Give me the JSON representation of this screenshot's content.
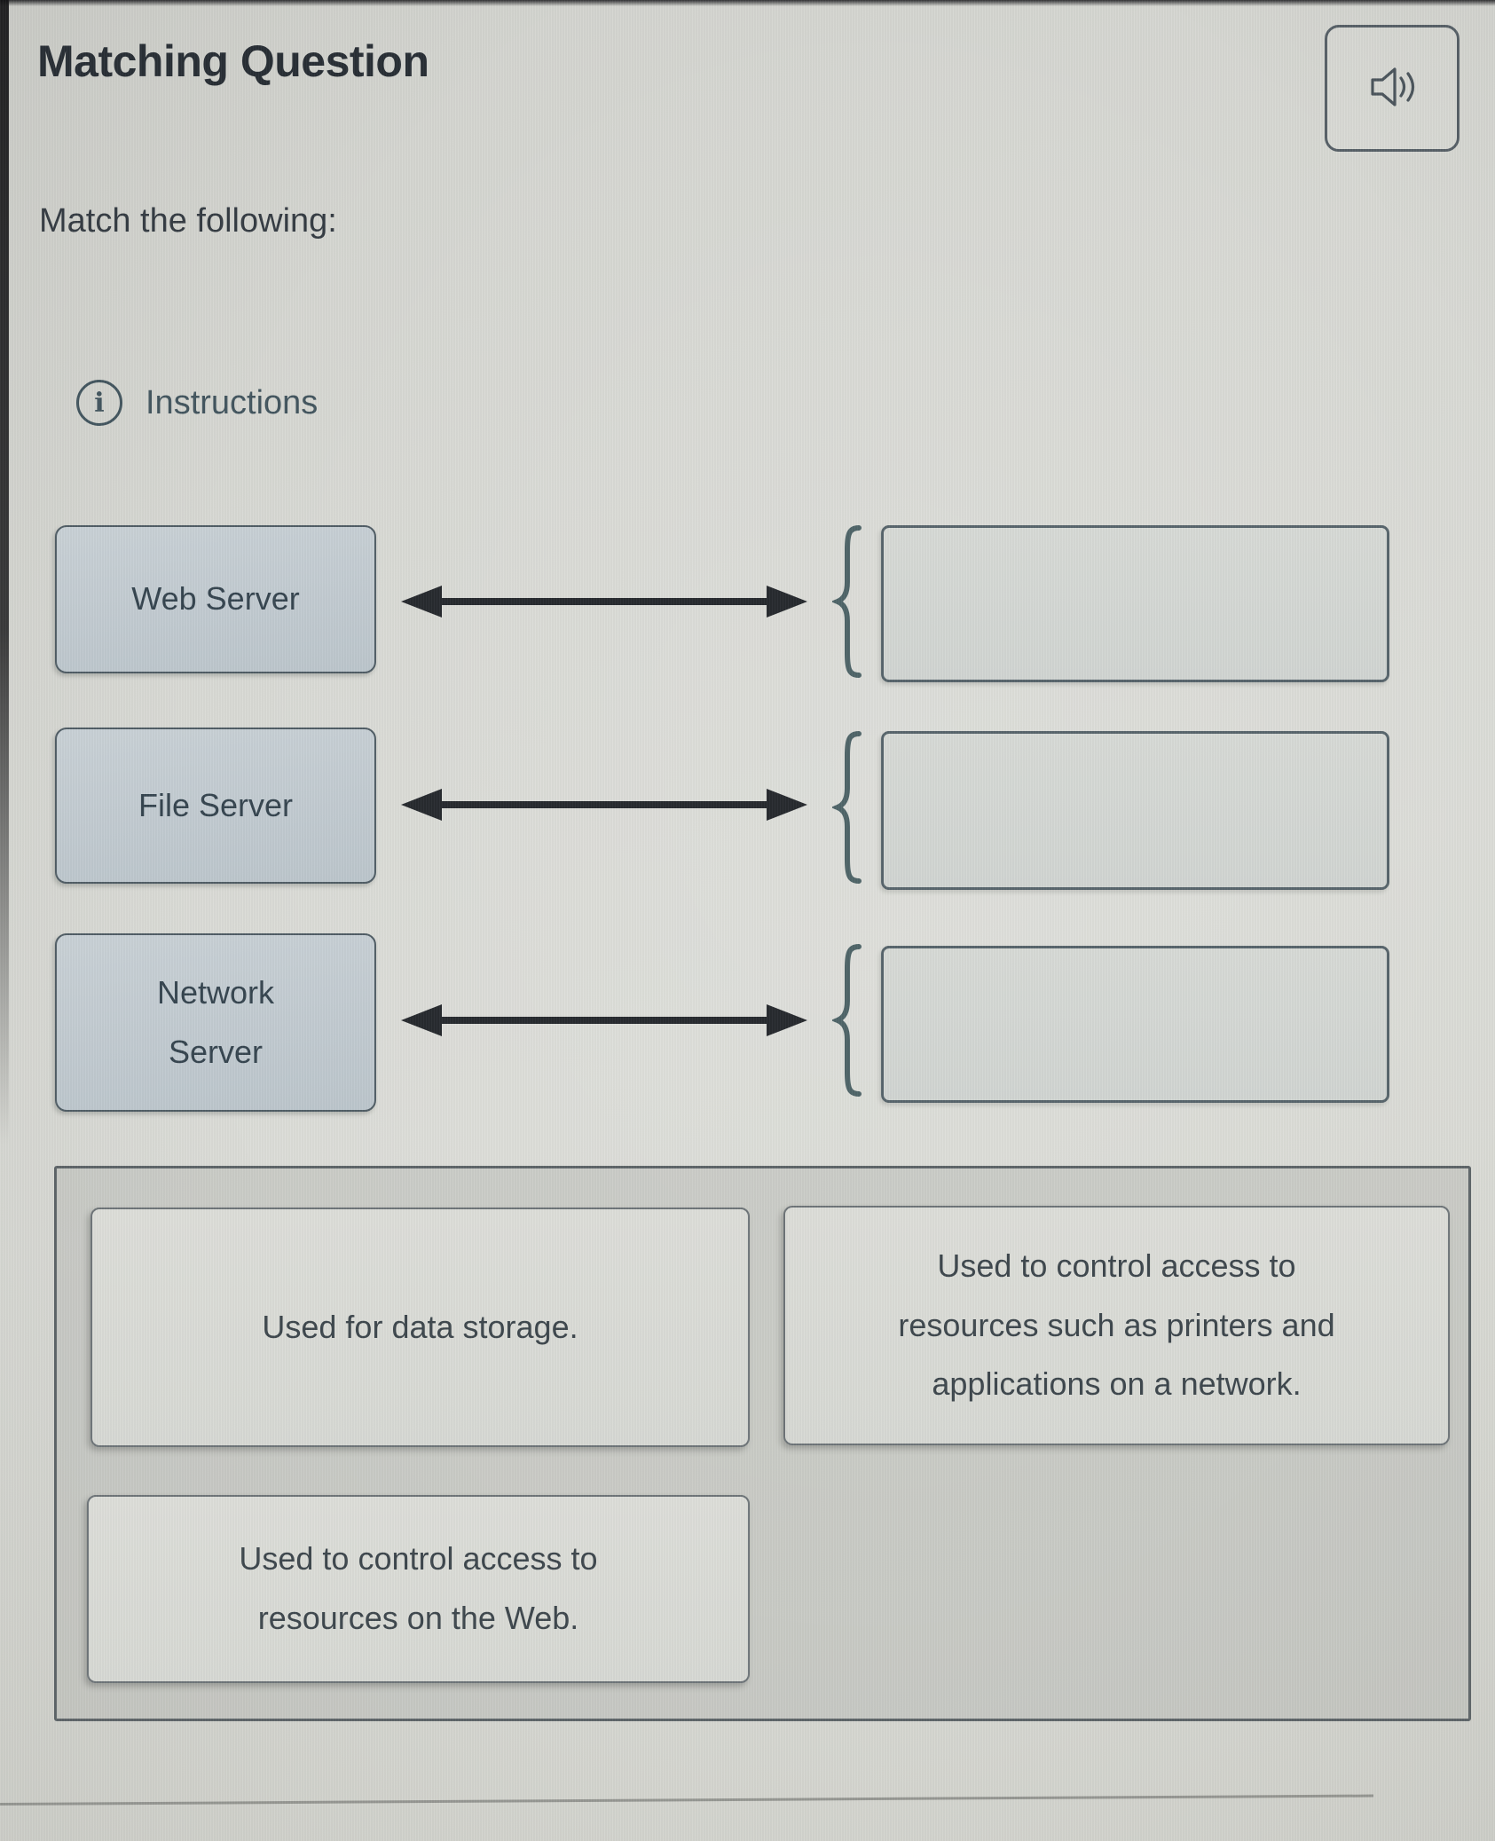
{
  "header": {
    "title": "Matching Question",
    "audio_button_icon": "speaker-icon"
  },
  "prompt": "Match the following:",
  "instructions": {
    "icon": "info-icon",
    "label": "Instructions"
  },
  "match": {
    "rows": [
      {
        "term": "Web Server",
        "answer": ""
      },
      {
        "term": "File Server",
        "answer": ""
      },
      {
        "term": "Network Server",
        "answer": ""
      }
    ]
  },
  "word_bank": {
    "options": [
      "Used for data storage.",
      "Used to control access to resources such as printers and applications on a network.",
      "Used to control access to resources on the Web."
    ]
  },
  "colors": {
    "page_background": "#d8d9d4",
    "term_box_fill": "#c3ccd2",
    "term_box_border": "#4f5c64",
    "drop_zone_fill": "#d3d7d3",
    "drop_zone_border": "#57646b",
    "brace": "#4e6468",
    "arrow": "#26292e",
    "word_bank_border": "#5d6468",
    "card_fill": "#dadcd7",
    "card_border": "#6d7478",
    "text_dark": "#35444f",
    "accent_slate": "#42555e"
  }
}
